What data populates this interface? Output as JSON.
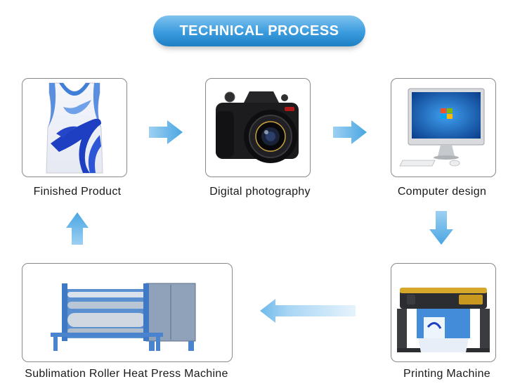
{
  "title": "TECHNICAL PROCESS",
  "colors": {
    "accent": "#3a9bde",
    "arrow": "#5fb1e6",
    "text": "#1a1a1a"
  },
  "steps": [
    {
      "label": "Finished Product",
      "icon": "jersey-icon"
    },
    {
      "label": "Digital photography",
      "icon": "camera-icon"
    },
    {
      "label": "Computer design",
      "icon": "computer-icon"
    },
    {
      "label": "Printing Machine",
      "icon": "printer-icon"
    },
    {
      "label": "Sublimation Roller Heat Press Machine",
      "icon": "heat-press-icon"
    }
  ]
}
